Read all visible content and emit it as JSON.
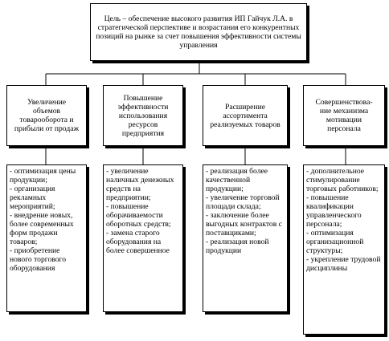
{
  "goal": {
    "text": "Цель – обеспечение высокого развития ИП Гайчук Л.А. в стратегической перспективе и возрастания его конкурентных позиций на рынке за счет повышения эффективности системы управления"
  },
  "directions": [
    {
      "title": "Увеличение объемов товарооборота и прибыли от продаж",
      "measures": [
        "- оптимизация цены продукции;",
        "- организация рекламных мероприятий;",
        "- внедрение новых, более современных форм продажи товаров;",
        "- приобретение нового торгового оборудования"
      ]
    },
    {
      "title": "Повышение эффективности использования ресурсов предприятия",
      "measures": [
        "- увеличение наличных денежных средств на предприятии;",
        "- повышение оборачиваемости оборотных средств;",
        "- замена старого оборудования на более совершенное"
      ]
    },
    {
      "title": "Расширение ассортимента реализуемых товаров",
      "measures": [
        "- реализация более качественной продукции;",
        "- увеличение торговой площади склада;",
        "- заключение более выгодных контрактов с поставщиками;",
        "- реализация новой продукции"
      ]
    },
    {
      "title": "Совершенствова-ние механизма мотивации персонала",
      "measures": [
        "- дополнительное стимулирование торговых работников;",
        "- повышение квалификации управленческого персонала;",
        "- оптимизация организационной структуры;",
        "- укрепление трудовой дисциплины"
      ]
    }
  ]
}
